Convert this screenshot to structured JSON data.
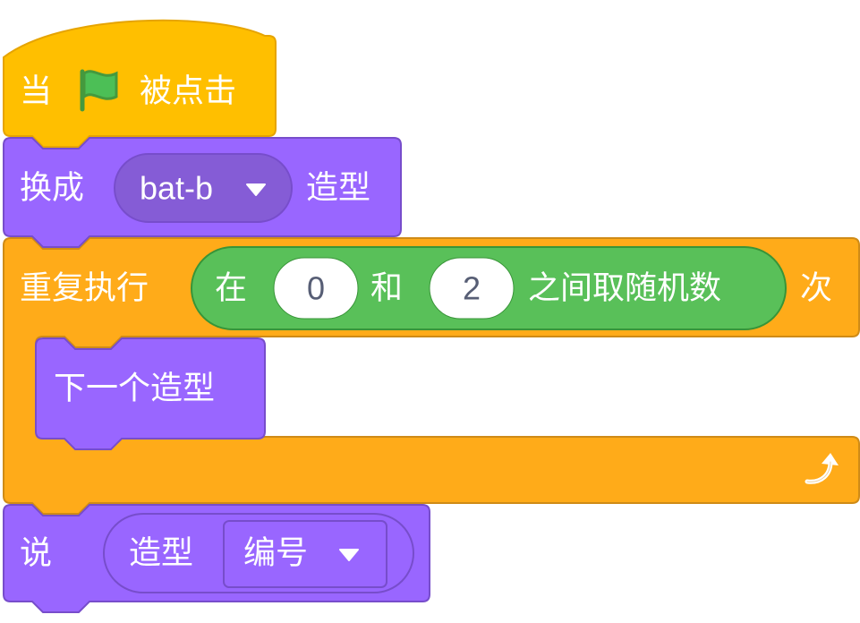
{
  "colors": {
    "events": "#FFBF00",
    "events_stroke": "#E6A400",
    "looks": "#9966FF",
    "looks_stroke": "#774DCB",
    "looks_dark": "#855CD6",
    "control": "#FFAB19",
    "control_stroke": "#CF8B17",
    "operators": "#59C059",
    "operators_stroke": "#389438",
    "flag": "#4CBF56"
  },
  "hat_block": {
    "prefix": "当",
    "flag_icon": "green-flag-icon",
    "suffix": "被点击"
  },
  "switch_costume_block": {
    "prefix": "换成",
    "costume_menu": "bat-b",
    "suffix": "造型"
  },
  "repeat_block": {
    "prefix": "重复执行",
    "suffix": "次",
    "loop_icon": "loop-arrow-icon",
    "random_reporter": {
      "prefix": "在",
      "from": "0",
      "middle": "和",
      "to": "2",
      "suffix": "之间取随机数"
    }
  },
  "next_costume_block": {
    "label": "下一个造型"
  },
  "say_block": {
    "prefix": "说",
    "costume_reporter": {
      "label": "造型",
      "menu": "编号"
    }
  }
}
